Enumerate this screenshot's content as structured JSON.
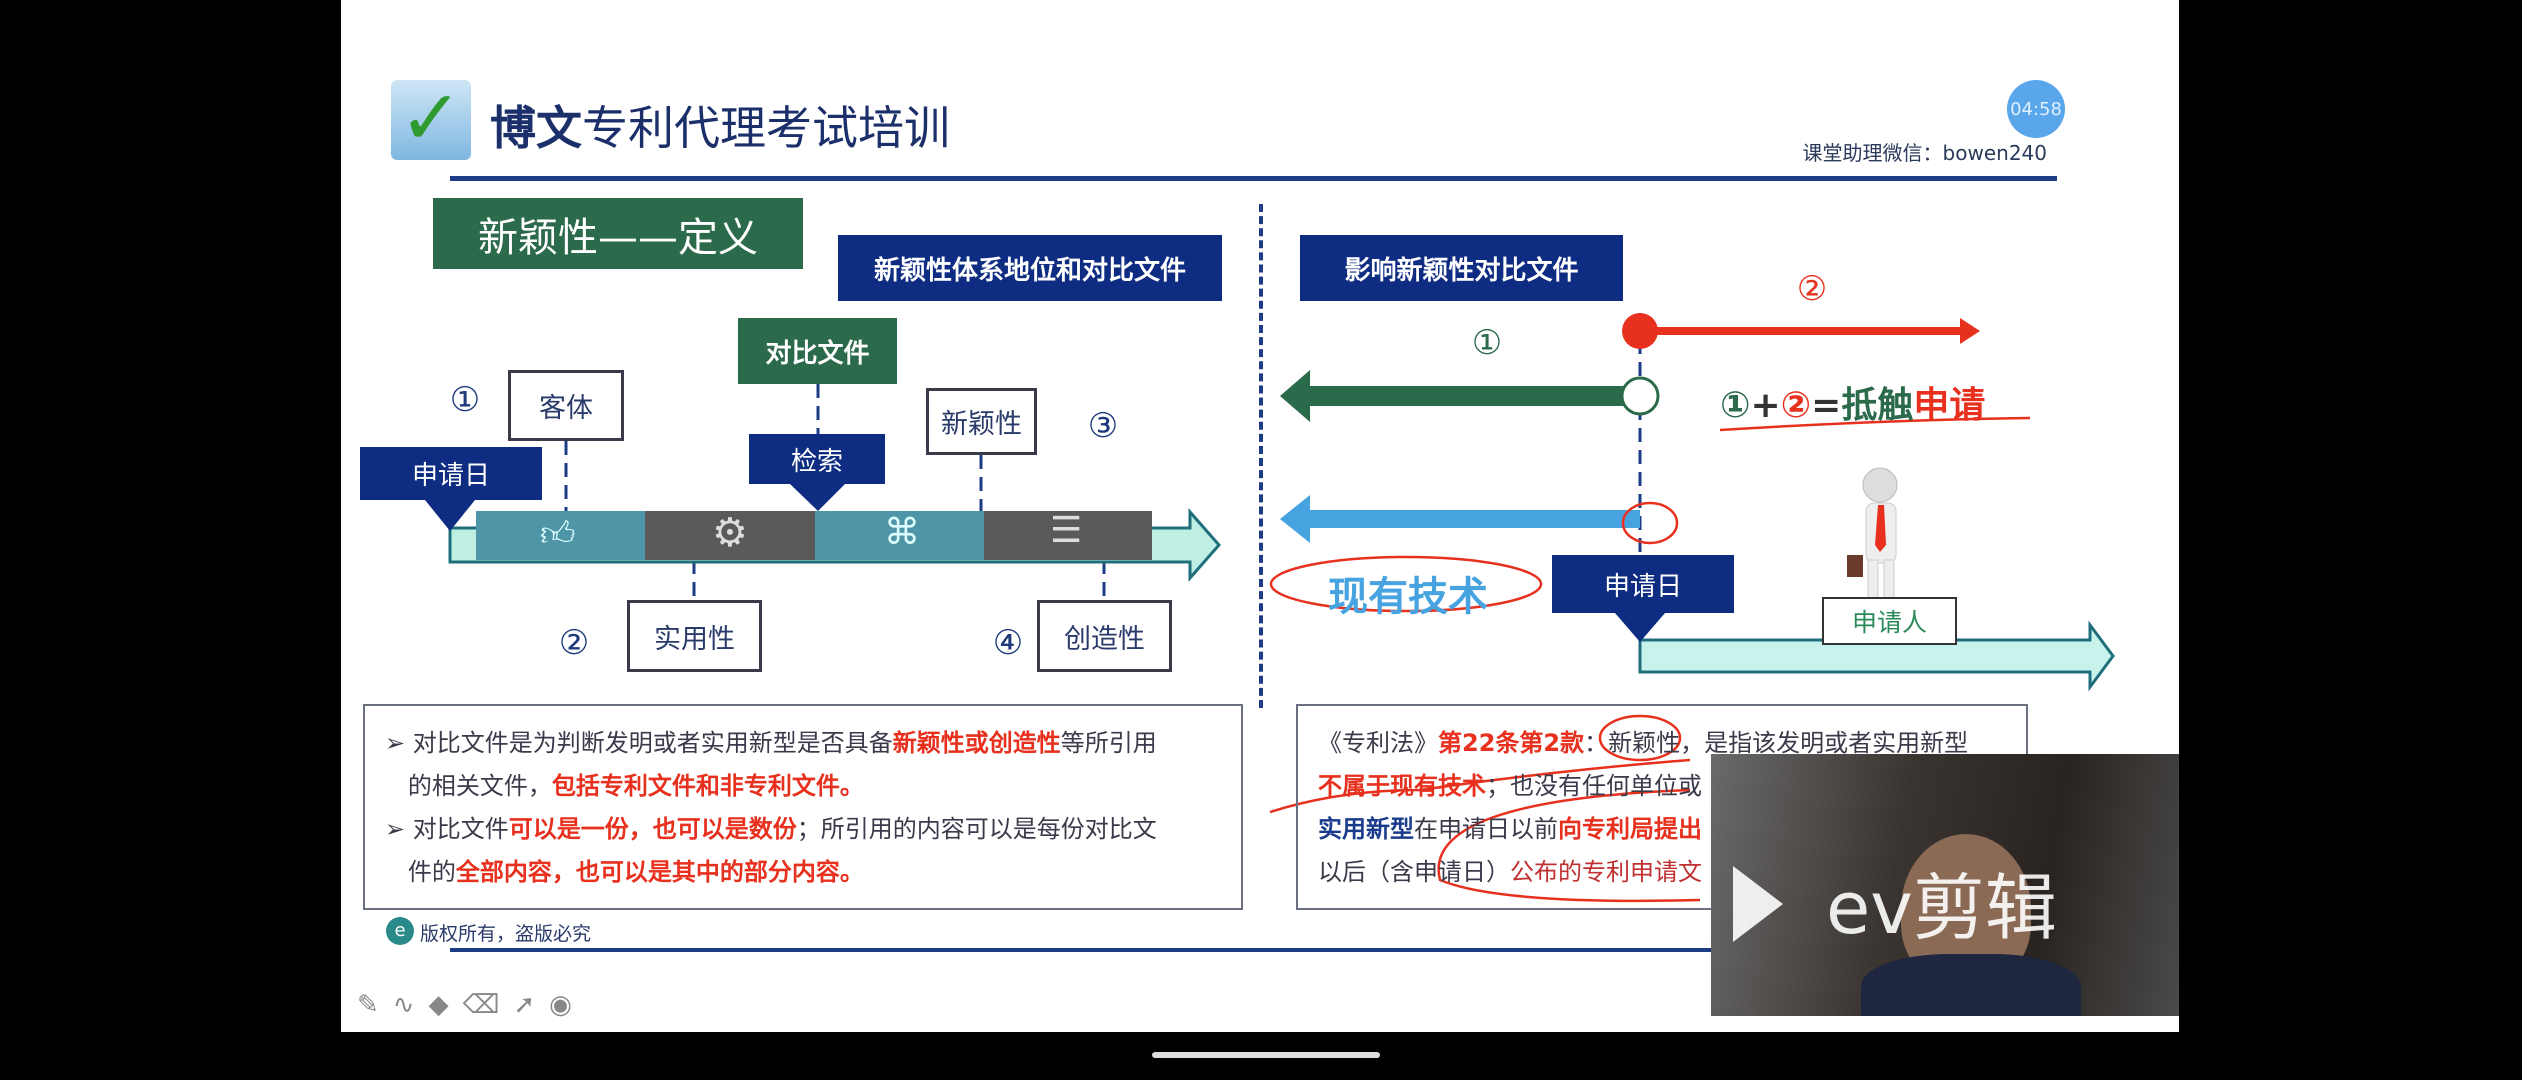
{
  "header": {
    "brand_bold": "博文",
    "brand_rest": "专利代理考试培训",
    "timer": "04:58",
    "assistant_label": "课堂助理微信：",
    "assistant_wechat": "bowen240"
  },
  "slide_title": "新颖性——定义",
  "left_panel": {
    "heading": "新颖性体系地位和对比文件",
    "comparison_doc": "对比文件",
    "search": "检索",
    "application_date": "申请日",
    "items": [
      {
        "num": "①",
        "label": "客体"
      },
      {
        "num": "②",
        "label": "实用性"
      },
      {
        "num": "③",
        "label": "新颖性"
      },
      {
        "num": "④",
        "label": "创造性"
      }
    ],
    "bullets": [
      {
        "a": "对比文件是为判断发明或者实用新型是否具备",
        "b": "新颖性或创造性",
        "c": "等所引用",
        "d": "的相关文件，",
        "e": "包括专利文件和非专利文件。"
      },
      {
        "a": "对比文件",
        "b": "可以是一份，也可以是数份",
        "c": "；所引用的内容可以是每份对比文",
        "d": "件的",
        "e": "全部内容，也可以是其中的部分内容。"
      }
    ]
  },
  "right_panel": {
    "heading": "影响新颖性对比文件",
    "num1": "①",
    "num2": "②",
    "plus": "+",
    "equals": "=",
    "conflict_a": "抵触",
    "conflict_b": "申请",
    "prior_art": "现有技术",
    "application_date": "申请日",
    "applicant": "申请人",
    "law": {
      "l1a": "《专利法》",
      "l1b": "第22条第2款",
      "l1c": "：新颖性，是指该发明或者实用新型",
      "l2a": "不属于现有技术",
      "l2b": "；也没有任何单位或",
      "l3a": "实用新型",
      "l3b": "在申请日以前",
      "l3c": "向专利局提出",
      "l4a": "以后（含申请日）",
      "l4b": "公布的专利申请文"
    }
  },
  "footer": {
    "copyright": "版权所有，盗版必究"
  },
  "video_overlay": {
    "watermark": "ev剪辑"
  },
  "toolbar": [
    "pen-icon",
    "curve-icon",
    "highlighter-icon",
    "eraser-icon",
    "pointer-icon",
    "laser-icon"
  ]
}
